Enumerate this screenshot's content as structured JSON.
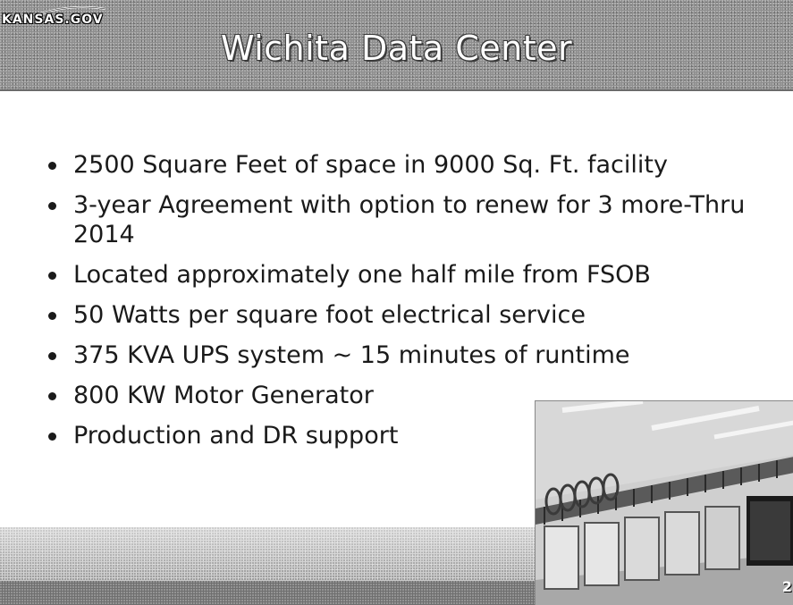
{
  "header": {
    "logo": "KANSAS.GOV",
    "title": "Wichita Data Center"
  },
  "bullets": [
    "2500 Square Feet of space in 9000 Sq. Ft. facility",
    "3-year Agreement with option to renew for 3 more-Thru 2014",
    "Located approximately one half mile from FSOB",
    "50 Watts per square foot electrical service",
    "375 KVA UPS system ~ 15 minutes of runtime",
    "800 KW Motor Generator",
    "Production and DR support"
  ],
  "photo": {
    "subject": "data-center-server-room-icon"
  },
  "footer": {
    "page_number": "2"
  },
  "colors": {
    "header_bg": "#8e8e8e",
    "title_text": "#ffffff",
    "body_text": "#1a1a1a"
  }
}
